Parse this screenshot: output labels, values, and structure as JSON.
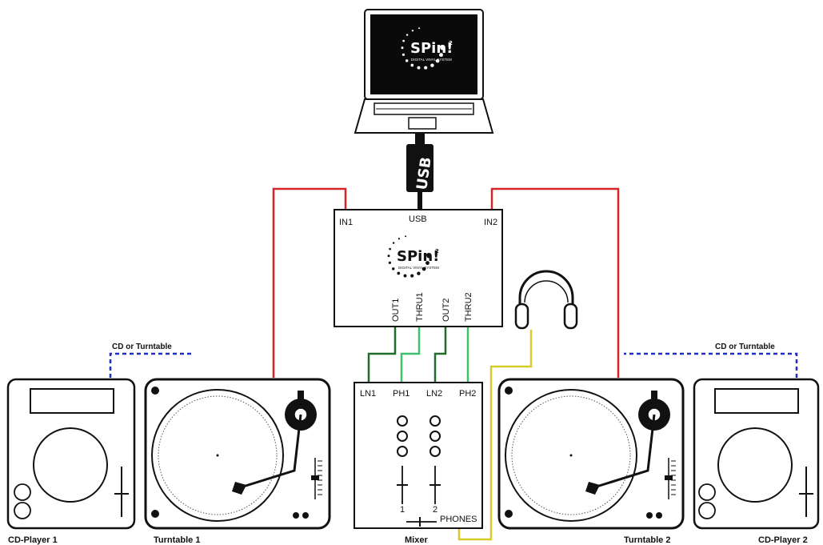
{
  "laptop": {
    "brand": "SPin!",
    "brand_mark": "2",
    "tagline": "DIGITAL VINYL SYSTEM"
  },
  "cable_usb": "USB",
  "interface": {
    "in1": "IN1",
    "usb": "USB",
    "in2": "IN2",
    "brand": "SPin!",
    "brand_mark": "2",
    "tagline": "DIGITAL VINYL SYSTEM",
    "ports": [
      "OUT1",
      "THRU1",
      "OUT2",
      "THRU2"
    ]
  },
  "mixer": {
    "inputs": [
      "LN1",
      "PH1",
      "LN2",
      "PH2"
    ],
    "channel_1": "1",
    "channel_2": "2",
    "phones": "PHONES",
    "caption": "Mixer"
  },
  "dashed_label_left": "CD or Turntable",
  "dashed_label_right": "CD or Turntable",
  "captions": {
    "cd_player_1": "CD-Player 1",
    "turntable_1": "Turntable 1",
    "turntable_2": "Turntable 2",
    "cd_player_2": "CD-Player 2"
  },
  "colors": {
    "red_cable": "#d42626",
    "dark_green_cable": "#1e6b2a",
    "light_green_cable": "#3fbf6a",
    "yellow_cable": "#d8cc2a",
    "dashed_blue": "#1f2fbf"
  }
}
